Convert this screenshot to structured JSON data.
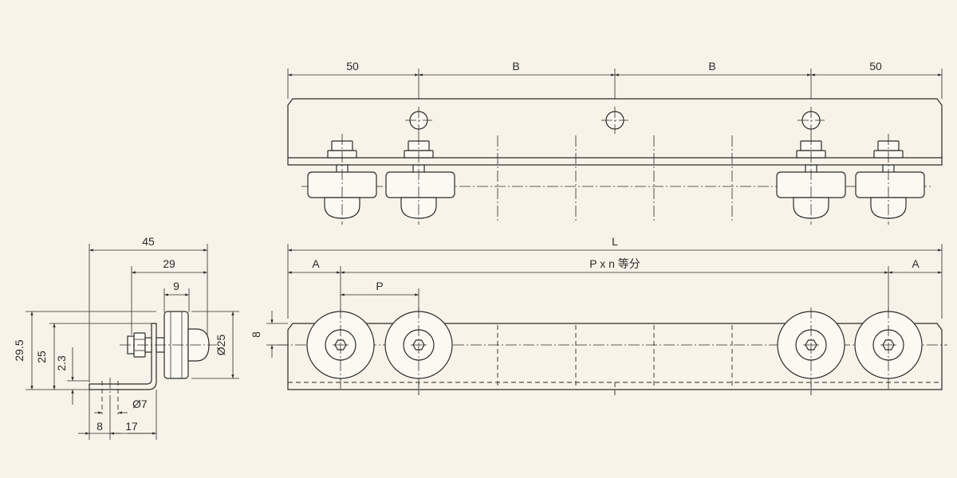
{
  "colors": {
    "background": "#f7f3e8",
    "line": "#2b2b2b"
  },
  "top_view": {
    "dim_end_left": "50",
    "dim_mid_left": "B",
    "dim_mid_right": "B",
    "dim_end_right": "50"
  },
  "front_view": {
    "dim_total": "L",
    "dim_edge_left": "A",
    "dim_pitch_text": "P x n 等分",
    "dim_edge_right": "A",
    "dim_pitch": "P",
    "dim_offset": "8"
  },
  "side_view": {
    "dim_45": "45",
    "dim_29": "29",
    "dim_9": "9",
    "dim_29_5": "29.5",
    "dim_25": "25",
    "dim_2_3": "2.3",
    "dim_dia25": "Ø25",
    "dim_dia7": "Ø7",
    "dim_8": "8",
    "dim_17": "17"
  }
}
